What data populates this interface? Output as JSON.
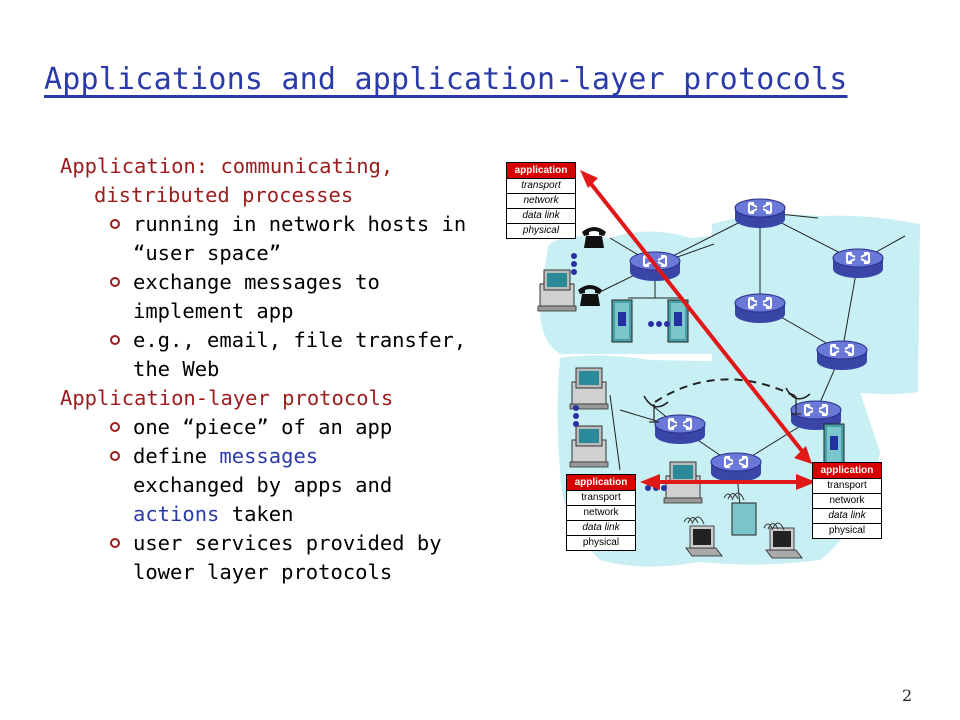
{
  "title": "Applications and application-layer protocols",
  "page_number": "2",
  "section1": {
    "heading_line1": "Application: communicating,",
    "heading_line2": "distributed processes",
    "items": [
      {
        "line1": "running in network hosts in",
        "line2": "“user space”"
      },
      {
        "line1": "exchange messages to",
        "line2": "implement app"
      },
      {
        "line1": "e.g., email, file transfer,",
        "line2": "the Web"
      }
    ]
  },
  "section2": {
    "heading": "Application-layer protocols",
    "item1": "one “piece” of an app",
    "item2": {
      "pre": "define ",
      "blue1": "messages",
      "line2": "exchanged by apps and",
      "blue2": "actions",
      "post": " taken"
    },
    "item3": {
      "line1": "user services provided by",
      "line2": "lower layer protocols"
    }
  },
  "protocol_stack": {
    "layers": [
      "application",
      "transport",
      "network",
      "data link",
      "physical"
    ]
  },
  "colors": {
    "title": "#2a3aa8",
    "heading": "#9b1c1c",
    "accent_blue": "#2a3aa8",
    "arrow_red": "#e01818",
    "app_layer_red": "#d60000",
    "network_cloud": "#c8f0f4",
    "router_blue": "#5a66c8"
  }
}
